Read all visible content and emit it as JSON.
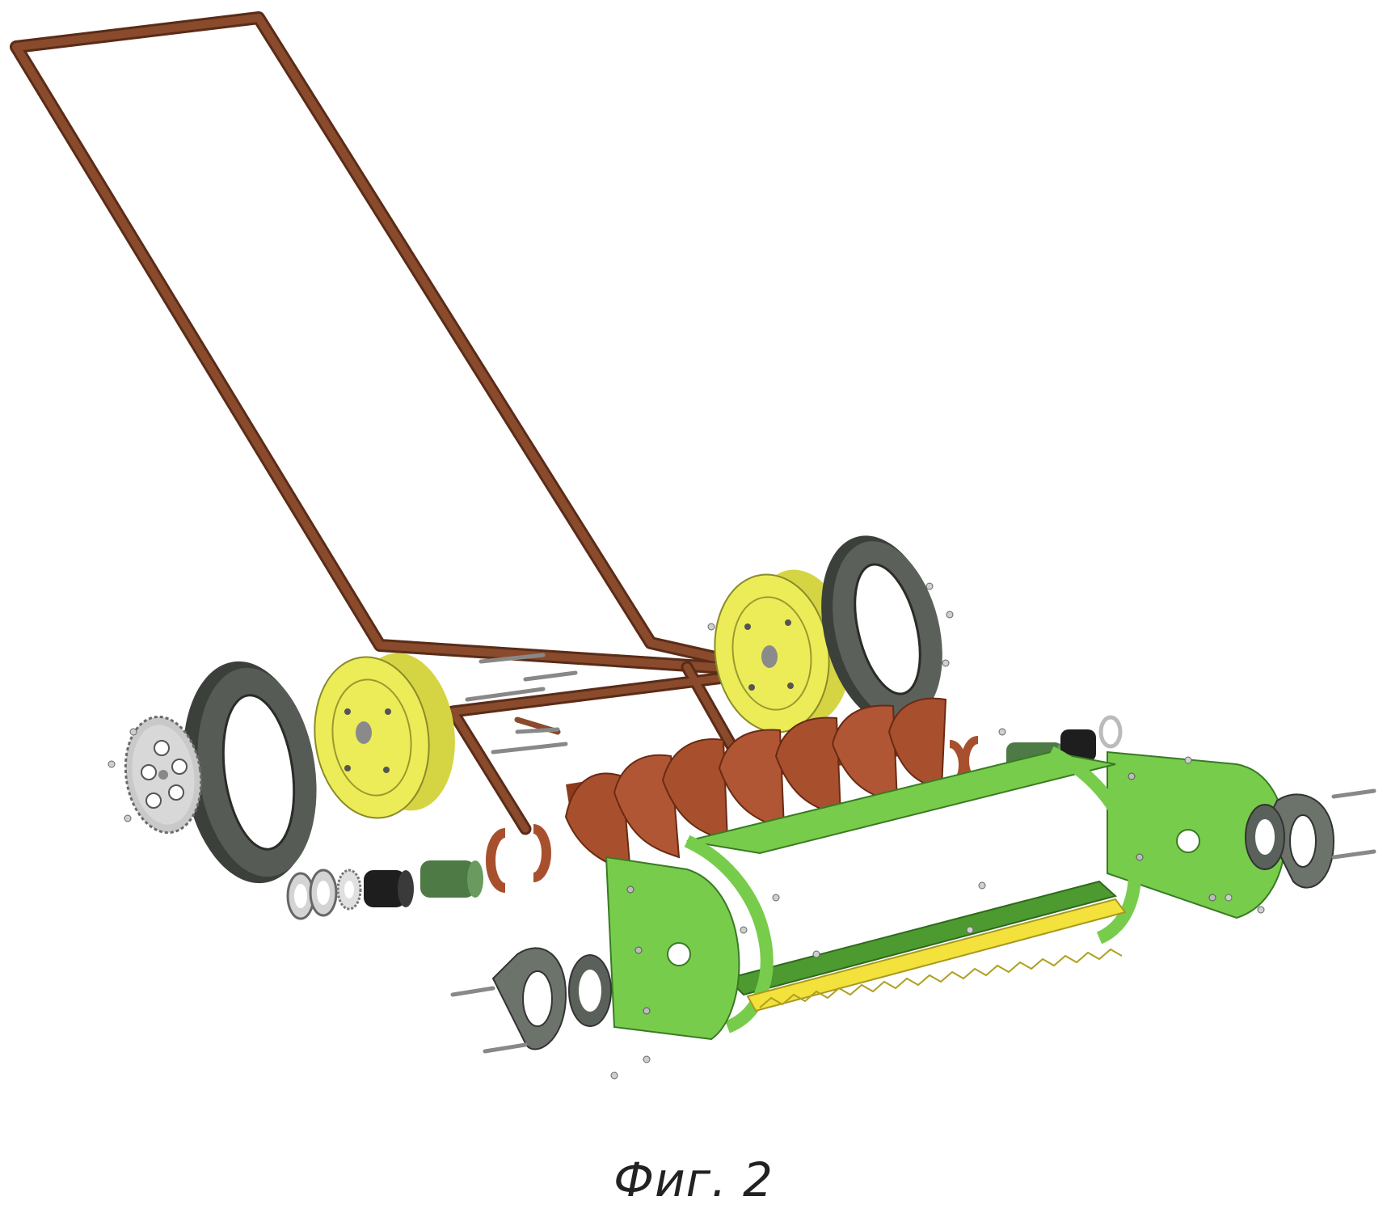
{
  "figure": {
    "caption": "Фиг. 2",
    "colors": {
      "handle": "#8a4a2c",
      "auger": "#a8502e",
      "wheel_disc": "#ecec58",
      "tire": "#4a4e48",
      "frame": "#78cc4c",
      "frame_dark": "#4c9a30",
      "blade": "#f3e13c",
      "sprocket": "#c9c9c9",
      "bearing": "#737a72",
      "sleeve_green": "#4e7a46",
      "sleeve_black": "#1e1e1e"
    },
    "parts": [
      "handle-frame",
      "left-tire",
      "left-wheel-disc",
      "right-wheel-disc",
      "right-tire",
      "drive-sprocket",
      "auger-screw",
      "green-housing",
      "cutting-blade",
      "left-bearing-housing",
      "right-bearing-housing",
      "bushing-set",
      "fasteners"
    ]
  }
}
